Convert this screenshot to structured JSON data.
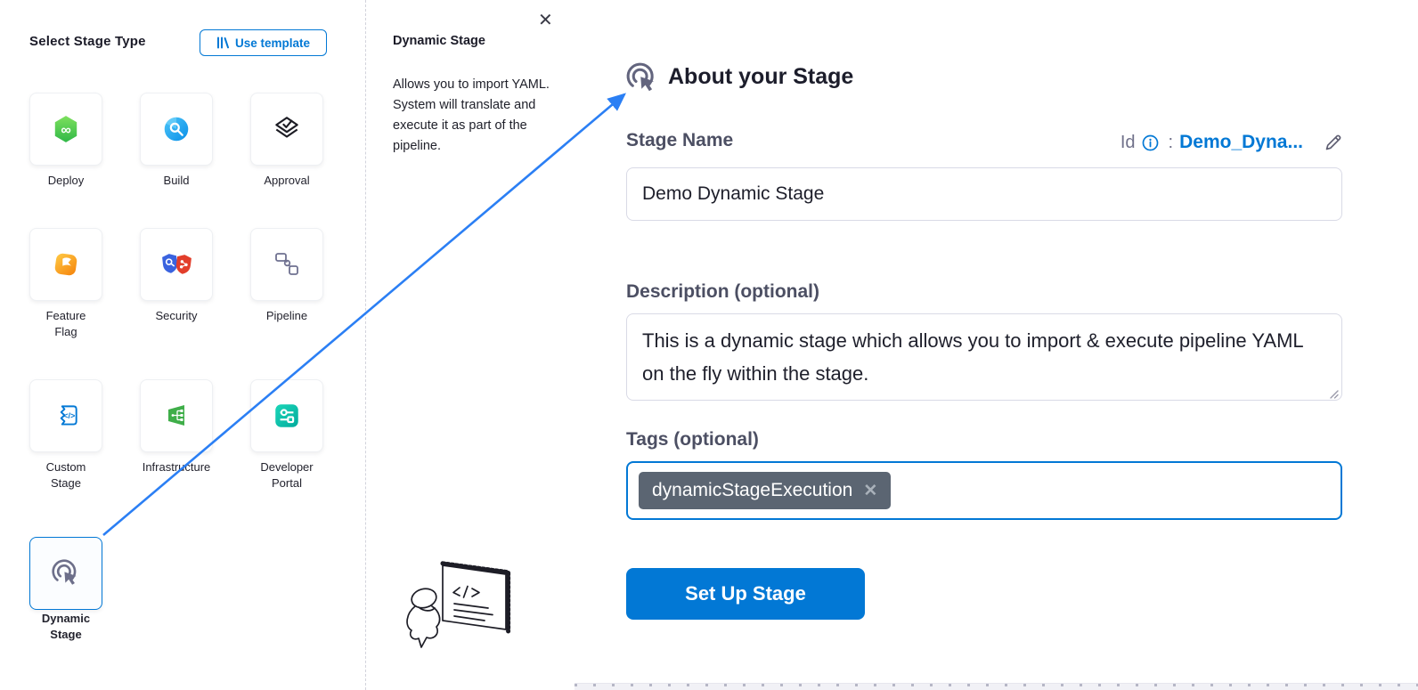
{
  "left_panel": {
    "title": "Select Stage Type",
    "use_template": {
      "label": "Use template",
      "icon": "template-library-icon"
    },
    "stages": [
      {
        "label": "Deploy",
        "icon": "deploy-icon",
        "selected": false
      },
      {
        "label": "Build",
        "icon": "build-icon",
        "selected": false
      },
      {
        "label": "Approval",
        "icon": "approval-icon",
        "selected": false
      },
      {
        "label": "Feature\nFlag",
        "icon": "feature-flag-icon",
        "selected": false
      },
      {
        "label": "Security",
        "icon": "security-icon",
        "selected": false
      },
      {
        "label": "Pipeline",
        "icon": "pipeline-icon",
        "selected": false
      },
      {
        "label": "Custom\nStage",
        "icon": "custom-stage-icon",
        "selected": false
      },
      {
        "label": "Infrastructure",
        "icon": "infrastructure-icon",
        "selected": false
      },
      {
        "label": "Developer\nPortal",
        "icon": "developer-portal-icon",
        "selected": false
      },
      {
        "label": "Dynamic\nStage",
        "icon": "dynamic-stage-icon",
        "selected": true
      }
    ]
  },
  "info_panel": {
    "title": "Dynamic Stage",
    "close_icon": "✕",
    "description": "Allows you to import YAML. System will translate and execute it as part of the pipeline.",
    "illustration": "person-at-whiteboard-sketch"
  },
  "about_panel": {
    "title": "About your Stage",
    "title_icon": "dynamic-stage-icon",
    "stage_name": {
      "label": "Stage Name",
      "value": "Demo Dynamic Stage"
    },
    "id": {
      "label": "Id",
      "separator": ":",
      "value": "Demo_Dyna...",
      "info_icon": "info-icon",
      "edit_icon": "edit-pencil-icon"
    },
    "description": {
      "label": "Description (optional)",
      "value": "This is a dynamic stage which allows you to import & execute pipeline YAML on the fly within the stage."
    },
    "tags": {
      "label": "Tags (optional)",
      "items": [
        {
          "label": "dynamicStageExecution",
          "remove_icon": "✕"
        }
      ]
    },
    "setup_button": "Set Up Stage"
  },
  "colors": {
    "primary_blue": "#0278d5",
    "arrow_blue": "#2b7ff4",
    "tag_chip_bg": "#5b6572",
    "selected_card_border": "#0278d5",
    "heading_text": "#1c1d2b",
    "field_label_text": "#4c4f63"
  }
}
